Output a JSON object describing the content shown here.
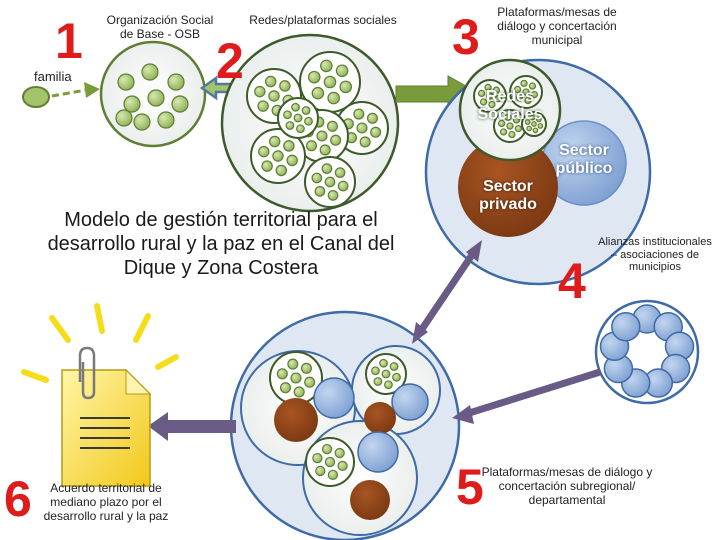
{
  "labels": {
    "n1": "1",
    "n2": "2",
    "n3": "3",
    "n4": "4",
    "n5": "5",
    "n6": "6",
    "familia": "familia",
    "osb": "Organización Social de Base - OSB",
    "redes_plataformas": "Redes/plataformas sociales",
    "plataformas_municipal": "Plataformas/mesas de diálogo y concertación municipal",
    "redes_sociales": "Redes Sociales",
    "sector_publico": "Sector público",
    "sector_privado": "Sector privado",
    "title": "Modelo de gestión territorial para el desarrollo rural y la paz en el Canal del Dique y Zona Costera",
    "alianzas": "Alianzas institucionales – asociaciones de municipios",
    "plataformas_subregional": "Plataformas/mesas de diálogo y concertación subregional/ departamental",
    "acuerdo": "Acuerdo territorial de mediano plazo por el desarrollo rural y la paz"
  },
  "colors": {
    "number_red": "#e01b1b",
    "green_fill": "#a3c46a",
    "green_stroke": "#5e7e34",
    "blue_fill": "#8fb0dc",
    "blue_stroke": "#3e6aa5",
    "brown_fill": "#8b4418",
    "purple_arrow": "#6a5b86",
    "green_arrow": "#7a9b3a",
    "yellow": "#f6dd1c"
  }
}
